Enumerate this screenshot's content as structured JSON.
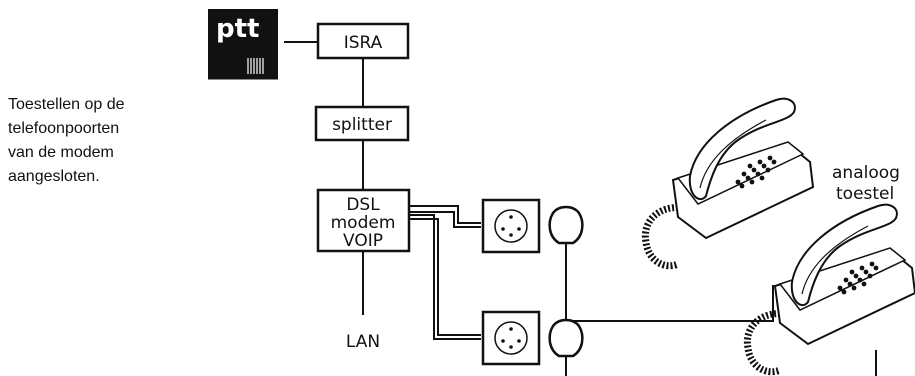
{
  "caption": {
    "lines": [
      "Toestellen op de",
      "telefoonpoorten",
      "van de modem",
      "aangesloten."
    ]
  },
  "logo": {
    "text": "ptt"
  },
  "nodes": {
    "isra": "ISRA",
    "splitter": "splitter",
    "modem": [
      "DSL",
      "modem",
      "VOIP"
    ],
    "lan": "LAN"
  },
  "phone_label": [
    "analoog",
    "toestel"
  ],
  "colors": {
    "ink": "#111111",
    "background": "#ffffff"
  }
}
